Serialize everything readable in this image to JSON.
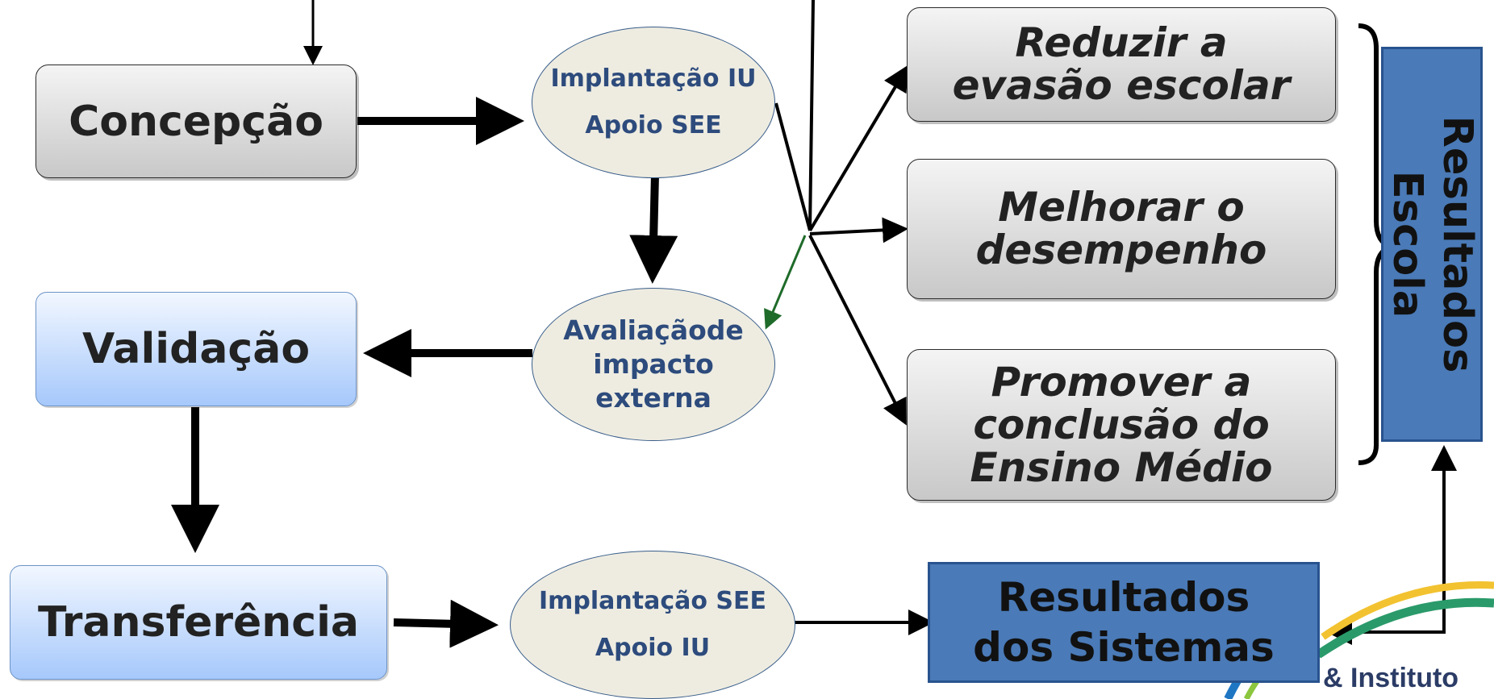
{
  "stages": {
    "concepcao": "Concepção",
    "validacao": "Validação",
    "transferencia": "Transferência"
  },
  "ellipses": {
    "top": {
      "line1": "Implantação IU",
      "line2": "Apoio SEE"
    },
    "middle": {
      "line1": "Avaliaçãode",
      "line2": "impacto",
      "line3": "externa"
    },
    "bottom": {
      "line1": "Implantação SEE",
      "line2": "Apoio IU"
    }
  },
  "goals": {
    "evasao": {
      "line1": "Reduzir a",
      "line2": "evasão escolar"
    },
    "desempenho": {
      "line1": "Melhorar o",
      "line2": "desempenho"
    },
    "conclusao": {
      "line1": "Promover a",
      "line2": "conclusão do",
      "line3": "Ensino Médio"
    }
  },
  "results_school": "Resultados\nEscola",
  "results_systems": {
    "line1": "Resultados",
    "line2": "dos Sistemas"
  },
  "logo": {
    "text": "& Instituto",
    "colors": [
      "#f2c230",
      "#2a9a6a",
      "#1f77c4"
    ]
  }
}
